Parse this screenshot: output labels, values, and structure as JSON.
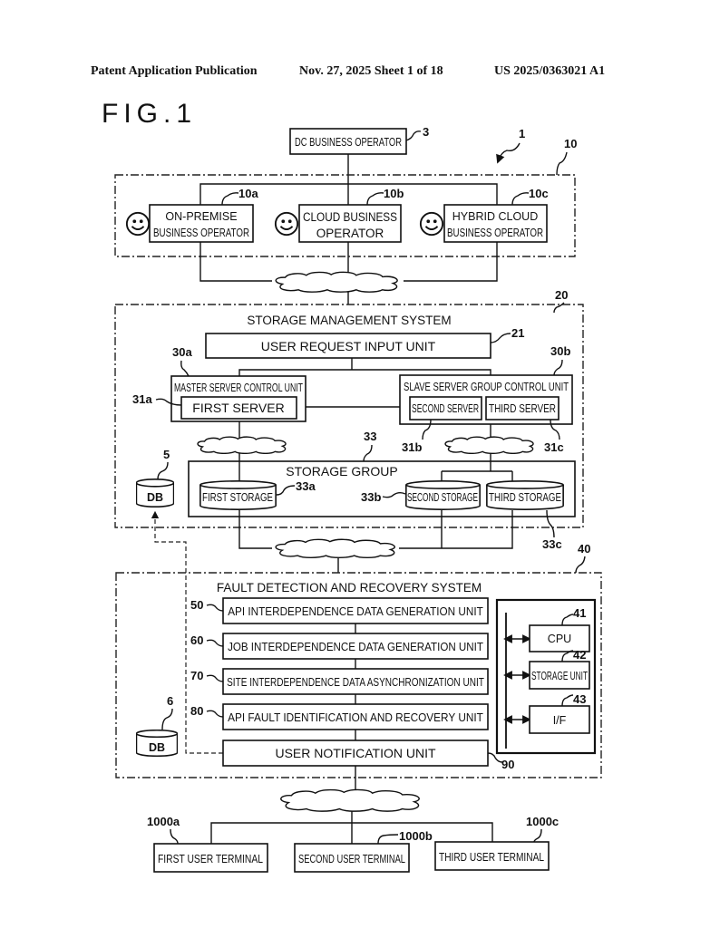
{
  "header": {
    "publication": "Patent Application Publication",
    "date_sheet": "Nov. 27, 2025  Sheet 1 of 18",
    "number": "US 2025/0363021 A1"
  },
  "figure": {
    "title": "FIG.1",
    "refs": {
      "system": "1",
      "dc": "3",
      "db5": "5",
      "db6": "6",
      "r10": "10",
      "r10a": "10a",
      "r10b": "10b",
      "r10c": "10c",
      "r20": "20",
      "r21": "21",
      "r30a": "30a",
      "r30b": "30b",
      "r31a": "31a",
      "r31b": "31b",
      "r31c": "31c",
      "r33": "33",
      "r33a": "33a",
      "r33b": "33b",
      "r33c": "33c",
      "r40": "40",
      "r41": "41",
      "r42": "42",
      "r43": "43",
      "r50": "50",
      "r60": "60",
      "r70": "70",
      "r80": "80",
      "r90": "90",
      "r1000a": "1000a",
      "r1000b": "1000b",
      "r1000c": "1000c"
    },
    "dc_operator": "DC BUSINESS OPERATOR",
    "operators": [
      {
        "line1": "ON-PREMISE",
        "line2": "BUSINESS OPERATOR",
        "icon": "smiley-face-icon"
      },
      {
        "line1": "CLOUD BUSINESS",
        "line2": "OPERATOR",
        "icon": "smiley-face-icon"
      },
      {
        "line1": "HYBRID CLOUD",
        "line2": "BUSINESS OPERATOR",
        "icon": "smiley-face-icon"
      }
    ],
    "storage_management": {
      "title": "STORAGE MANAGEMENT SYSTEM",
      "user_request_input": "USER REQUEST INPUT UNIT",
      "master_control": "MASTER SERVER CONTROL UNIT",
      "first_server": "FIRST SERVER",
      "slave_control": "SLAVE SERVER GROUP CONTROL UNIT",
      "second_server": "SECOND SERVER",
      "third_server": "THIRD SERVER",
      "storage_group": "STORAGE GROUP",
      "first_storage": "FIRST STORAGE",
      "second_storage": "SECOND STORAGE",
      "third_storage": "THIRD STORAGE",
      "db": "DB"
    },
    "fault_system": {
      "title": "FAULT DETECTION AND RECOVERY SYSTEM",
      "units": [
        "API INTERDEPENDENCE DATA GENERATION UNIT",
        "JOB INTERDEPENDENCE DATA GENERATION UNIT",
        "SITE INTERDEPENDENCE DATA ASYNCHRONIZATION UNIT",
        "API FAULT IDENTIFICATION AND RECOVERY UNIT"
      ],
      "user_notification": "USER NOTIFICATION UNIT",
      "cpu": "CPU",
      "storage_unit": "STORAGE UNIT",
      "interface": "I/F",
      "db": "DB"
    },
    "terminals": [
      "FIRST USER TERMINAL",
      "SECOND USER TERMINAL",
      "THIRD USER TERMINAL"
    ]
  }
}
